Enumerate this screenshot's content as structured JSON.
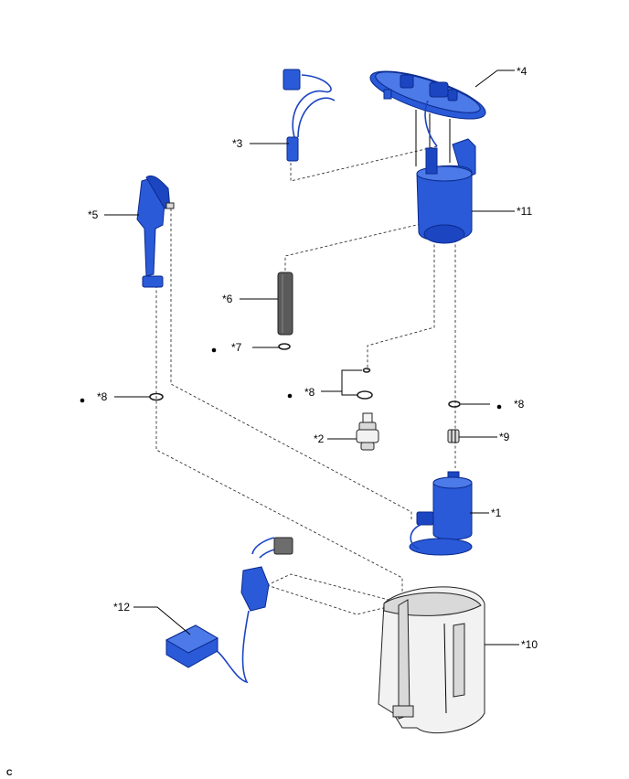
{
  "diagram": {
    "labels": {
      "p1": "*1",
      "p2": "*2",
      "p3": "*3",
      "p4": "*4",
      "p5": "*5",
      "p6": "*6",
      "p7": "*7",
      "p8a": "*8",
      "p8b": "*8",
      "p8c": "*8",
      "p9": "*9",
      "p10": "*10",
      "p11": "*11",
      "p12": "*12"
    },
    "corner_code": "C",
    "colors": {
      "part_blue": "#2a5ad8",
      "part_grey": "#f2f2f2",
      "line": "#000000"
    }
  }
}
